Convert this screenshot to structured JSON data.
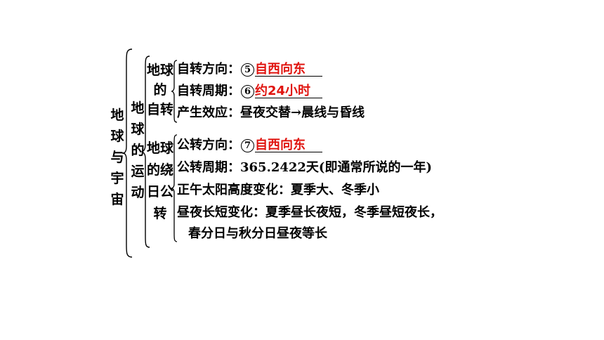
{
  "level1": {
    "chars": [
      "地",
      "球",
      "与",
      "宇",
      "宙"
    ]
  },
  "level2": {
    "chars": [
      "地",
      "球",
      "的",
      "运",
      "动"
    ]
  },
  "rotation": {
    "title_lines": [
      "地球",
      "的",
      "自转"
    ],
    "rows": [
      {
        "label": "自转方向：",
        "num": "5",
        "answer": "自西向东"
      },
      {
        "label": "自转周期：",
        "num": "6",
        "answer": "约24小时"
      },
      {
        "text": "产生效应：昼夜交替→晨线与昏线"
      }
    ]
  },
  "revolution": {
    "title_lines": [
      "地球",
      "的绕",
      "日公",
      "转"
    ],
    "rows": [
      {
        "label": "公转方向：",
        "num": "7",
        "answer": "自西向东"
      },
      {
        "text": "公转周期：365.2422天(即通常所说的一年)"
      },
      {
        "text": "正午太阳高度变化：夏季大、冬季小"
      },
      {
        "text": "昼夜长短变化：夏季昼长夜短，冬季昼短夜长，"
      },
      {
        "text": "春分日与秋分日昼夜等长"
      }
    ]
  }
}
